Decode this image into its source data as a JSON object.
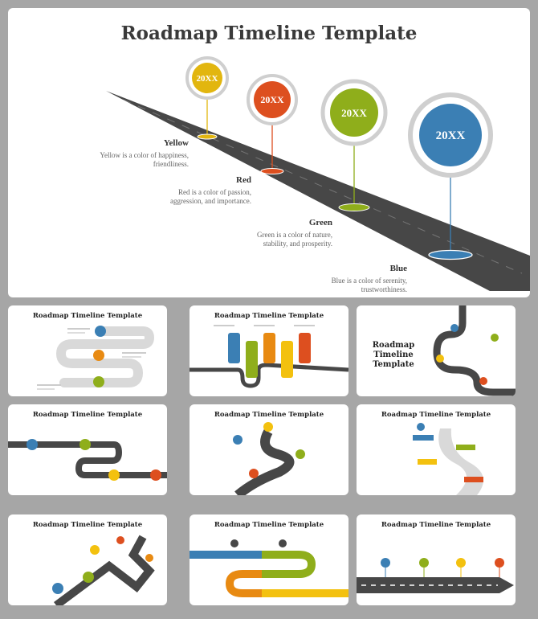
{
  "main": {
    "title": "Roadmap Timeline Template",
    "markers": [
      {
        "year": "20XX",
        "color": "#e2b60f",
        "label": "Yellow",
        "desc1": "Yellow is a color of happiness,",
        "desc2": "friendliness."
      },
      {
        "year": "20XX",
        "color": "#dd4f1f",
        "label": "Red",
        "desc1": "Red is a color of passion,",
        "desc2": "aggression, and importance."
      },
      {
        "year": "20XX",
        "color": "#8fae1b",
        "label": "Green",
        "desc1": "Green is a color of nature,",
        "desc2": "stability, and prosperity."
      },
      {
        "year": "20XX",
        "color": "#3b7fb4",
        "label": "Blue",
        "desc1": "Blue is a color of serenity,",
        "desc2": "trustworthiness."
      }
    ]
  },
  "thumbs": [
    {
      "title": "Roadmap Timeline Template"
    },
    {
      "title": "Roadmap Timeline Template"
    },
    {
      "title": "Roadmap Timeline Template"
    },
    {
      "title": "Roadmap Timeline Template"
    },
    {
      "title": "Roadmap Timeline Template"
    },
    {
      "title": "Roadmap Timeline Template"
    },
    {
      "title": "Roadmap Timeline Template"
    },
    {
      "title": "Roadmap Timeline Template"
    },
    {
      "title": "Roadmap Timeline Template"
    }
  ],
  "colors": {
    "yellow": "#e2b60f",
    "red": "#dd4f1f",
    "green": "#8fae1b",
    "blue": "#3b7fb4",
    "road": "#474747"
  }
}
